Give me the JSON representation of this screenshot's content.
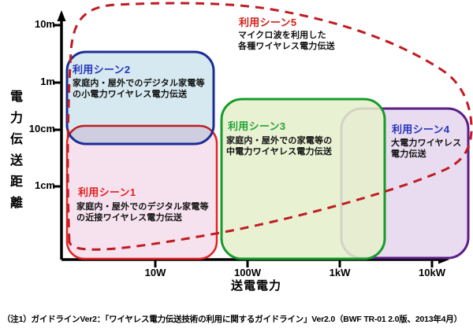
{
  "axes": {
    "x": {
      "title": "送電電力",
      "ticks": [
        "10W",
        "100W",
        "1kW",
        "10kW"
      ]
    },
    "y": {
      "title": "電力伝送距離",
      "ticks": [
        "10m",
        "1m",
        "10cm",
        "1cm"
      ]
    }
  },
  "scenes": {
    "s1": {
      "title": "利用シーン1",
      "desc": "家庭内・屋外でのデジタル家電等\nの近接ワイヤレス電力伝送",
      "title_color": "#e02020",
      "border_color": "#e32222",
      "fill_color": "#f6e2ee"
    },
    "s2": {
      "title": "利用シーン2",
      "desc": "家庭内・屋外でのデジタル家電等\nの小電力ワイヤレス電力伝送",
      "title_color": "#2433bb",
      "border_color": "#1b2d94",
      "fill_color": "#d6e9f0"
    },
    "s3": {
      "title": "利用シーン3",
      "desc": "家庭内・屋外での家電等の\n中電力ワイヤレス電力伝送",
      "title_color": "#22a435",
      "border_color": "#179b2a",
      "fill_color": "#e6efcd"
    },
    "s4": {
      "title": "利用シーン4",
      "desc": "大電力ワイヤレス\n電力伝送",
      "title_color": "#2433bb",
      "border_color": "#5c1d87",
      "fill_color": "#e9dcf0"
    },
    "s5": {
      "title": "利用シーン5",
      "desc": "マイクロ波を利用した\n各種ワイヤレス電力伝送",
      "title_color": "#d32118",
      "border_color": "#c01b22",
      "fill_color": "none"
    }
  },
  "footnote": "（注1）ガイドラインVer2：「ワイヤレス電力伝送技術の利用に関するガイドライン」Ver2.0（BWF TR-01 2.0版、2013年4月）",
  "chart_data": {
    "type": "area",
    "title": "",
    "xlabel": "送電電力",
    "ylabel": "電力伝送距離",
    "x_scale": "log",
    "y_scale": "log",
    "x_ticks": [
      "10W",
      "100W",
      "1kW",
      "10kW"
    ],
    "y_ticks": [
      "10m",
      "1m",
      "10cm",
      "1cm"
    ],
    "grid": false,
    "legend": "none",
    "regions": [
      {
        "name": "利用シーン1",
        "description": "家庭内・屋外でのデジタル家電等の近接ワイヤレス電力伝送",
        "power_range": [
          "~1W",
          "~40W"
        ],
        "distance_range": [
          "0cm",
          "~10cm"
        ],
        "style": "solid red border, pink fill"
      },
      {
        "name": "利用シーン2",
        "description": "家庭内・屋外でのデジタル家電等の小電力ワイヤレス電力伝送",
        "power_range": [
          "~1W",
          "~40W"
        ],
        "distance_range": [
          "~5cm",
          "~3m"
        ],
        "style": "solid navy border, light-blue fill"
      },
      {
        "name": "利用シーン3",
        "description": "家庭内・屋外での家電等の中電力ワイヤレス電力伝送",
        "power_range": [
          "~50W",
          "~3kW"
        ],
        "distance_range": [
          "0cm",
          "~45cm"
        ],
        "style": "solid green border, light-green fill"
      },
      {
        "name": "利用シーン4",
        "description": "大電力ワイヤレス電力伝送",
        "power_range": [
          "~1kW",
          ">10kW"
        ],
        "distance_range": [
          "0cm",
          "~40cm"
        ],
        "style": "solid purple border, light-purple fill"
      },
      {
        "name": "利用シーン5",
        "description": "マイクロ波を利用した各種ワイヤレス電力伝送",
        "power_range": [
          "~1W",
          ">10kW"
        ],
        "distance_range": [
          "0cm",
          ">10m"
        ],
        "style": "dashed dark-red closed curve enclosing all regions"
      }
    ]
  }
}
